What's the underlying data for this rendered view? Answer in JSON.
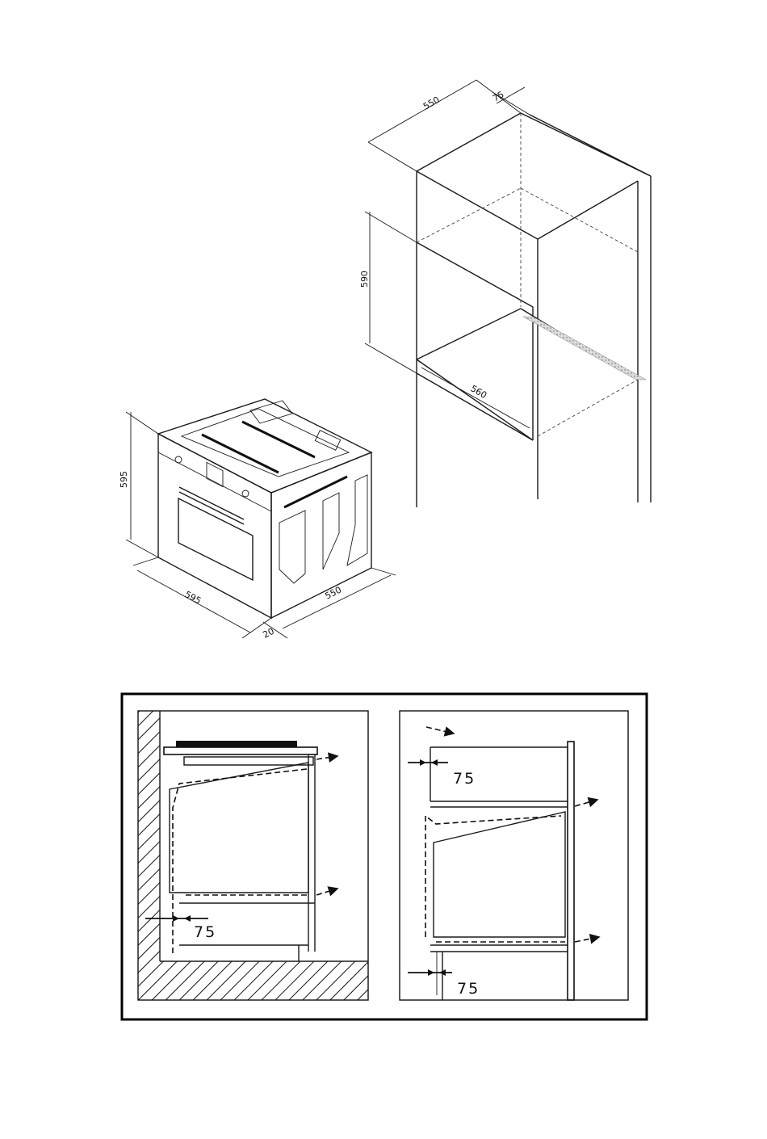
{
  "cabinet": {
    "depth_label": "550",
    "gap_label": "75",
    "height_label": "590",
    "width_label": "560"
  },
  "oven": {
    "height_label": "595",
    "width_label": "595",
    "depth_label": "550",
    "front_label": "20"
  },
  "ventilation": {
    "left_clearance_label": "75",
    "right_top_clearance_label": "75",
    "right_bottom_clearance_label": "75"
  }
}
